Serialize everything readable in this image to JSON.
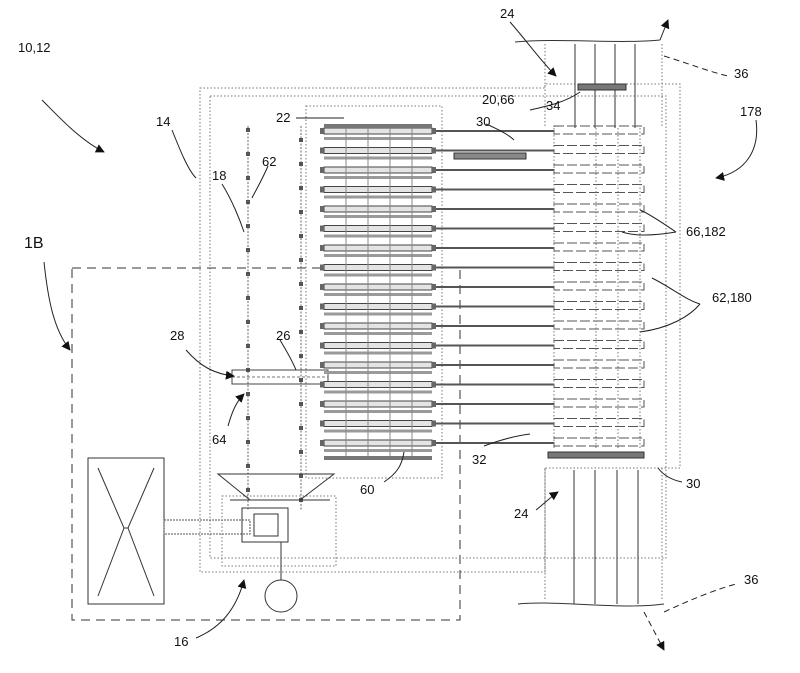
{
  "figure": {
    "labels": {
      "system": "10,12",
      "detail_ref": "1B",
      "housing": "14",
      "motor_unit": "16",
      "frame": "18",
      "ref_20_66": "20,66",
      "core": "22",
      "header_top": "24",
      "header_bottom": "24",
      "rail": "26",
      "actuator": "28",
      "bar_upper": "30",
      "bar_lower": "30",
      "tube": "32",
      "plate": "34",
      "flow_top": "36",
      "flow_bottom": "36",
      "fins": "60",
      "rod": "62",
      "pivot": "64",
      "ref_66_182": "66,182",
      "ref_62_180": "62,180",
      "ref_178": "178"
    }
  }
}
